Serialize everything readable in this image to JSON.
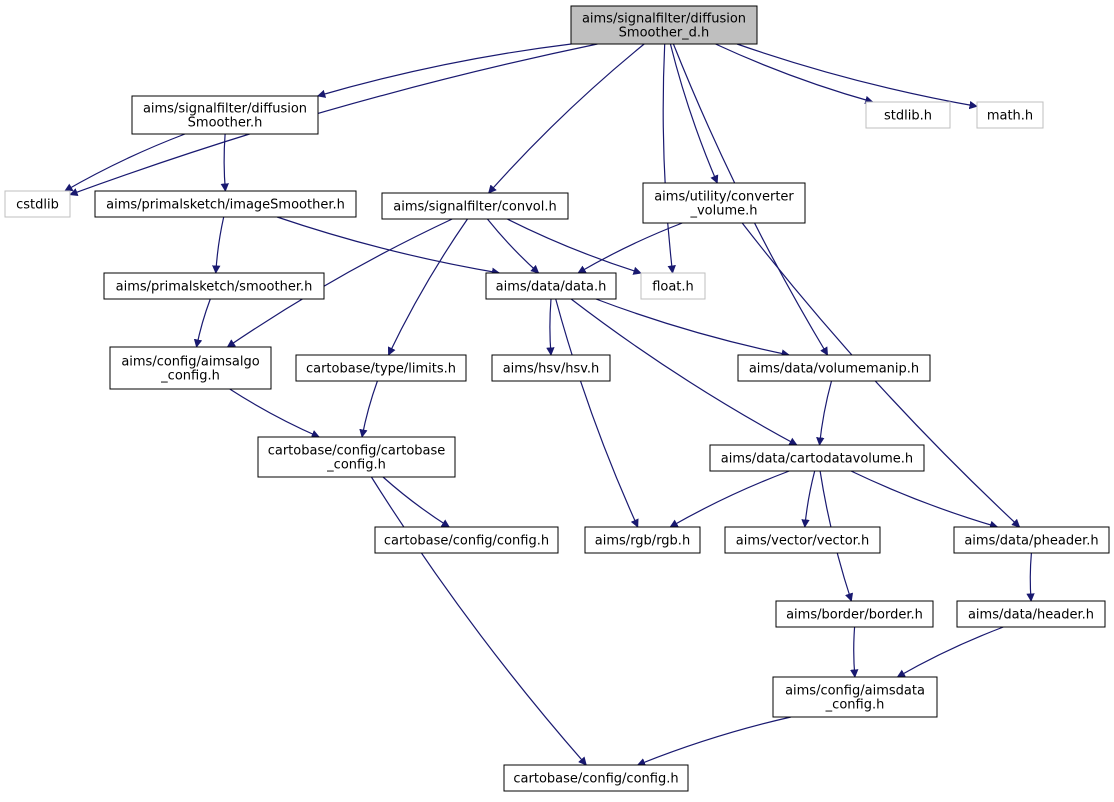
{
  "colors": {
    "edge": "#191970",
    "node_border": "#000000",
    "root_fill": "#bfbfbf",
    "external_border": "#bfbfbf",
    "node_fill": "#ffffff"
  },
  "nodes": [
    {
      "id": "root",
      "lines": [
        "aims/signalfilter/diffusion",
        "Smoother_d.h"
      ],
      "kind": "root"
    },
    {
      "id": "diffSmoother",
      "lines": [
        "aims/signalfilter/diffusion",
        "Smoother.h"
      ],
      "kind": "normal"
    },
    {
      "id": "stdlib",
      "lines": [
        "stdlib.h"
      ],
      "kind": "external"
    },
    {
      "id": "math",
      "lines": [
        "math.h"
      ],
      "kind": "external"
    },
    {
      "id": "cstdlib",
      "lines": [
        "cstdlib"
      ],
      "kind": "external"
    },
    {
      "id": "imageSmoother",
      "lines": [
        "aims/primalsketch/imageSmoother.h"
      ],
      "kind": "normal"
    },
    {
      "id": "convol",
      "lines": [
        "aims/signalfilter/convol.h"
      ],
      "kind": "normal"
    },
    {
      "id": "converterVolume",
      "lines": [
        "aims/utility/converter",
        "_volume.h"
      ],
      "kind": "normal"
    },
    {
      "id": "smoother",
      "lines": [
        "aims/primalsketch/smoother.h"
      ],
      "kind": "normal"
    },
    {
      "id": "data",
      "lines": [
        "aims/data/data.h"
      ],
      "kind": "normal"
    },
    {
      "id": "float",
      "lines": [
        "float.h"
      ],
      "kind": "external"
    },
    {
      "id": "aimsalgo",
      "lines": [
        "aims/config/aimsalgo",
        "_config.h"
      ],
      "kind": "normal"
    },
    {
      "id": "limits",
      "lines": [
        "cartobase/type/limits.h"
      ],
      "kind": "normal"
    },
    {
      "id": "hsv",
      "lines": [
        "aims/hsv/hsv.h"
      ],
      "kind": "normal"
    },
    {
      "id": "volumemanip",
      "lines": [
        "aims/data/volumemanip.h"
      ],
      "kind": "normal"
    },
    {
      "id": "cartobaseConfig",
      "lines": [
        "cartobase/config/cartobase",
        "_config.h"
      ],
      "kind": "normal"
    },
    {
      "id": "cartodatavolume",
      "lines": [
        "aims/data/cartodatavolume.h"
      ],
      "kind": "normal"
    },
    {
      "id": "config1",
      "lines": [
        "cartobase/config/config.h"
      ],
      "kind": "normal"
    },
    {
      "id": "rgb",
      "lines": [
        "aims/rgb/rgb.h"
      ],
      "kind": "normal"
    },
    {
      "id": "vector",
      "lines": [
        "aims/vector/vector.h"
      ],
      "kind": "normal"
    },
    {
      "id": "pheader",
      "lines": [
        "aims/data/pheader.h"
      ],
      "kind": "normal"
    },
    {
      "id": "border",
      "lines": [
        "aims/border/border.h"
      ],
      "kind": "normal"
    },
    {
      "id": "header",
      "lines": [
        "aims/data/header.h"
      ],
      "kind": "normal"
    },
    {
      "id": "aimsdata",
      "lines": [
        "aims/config/aimsdata",
        "_config.h"
      ],
      "kind": "normal"
    },
    {
      "id": "config2",
      "lines": [
        "cartobase/config/config.h"
      ],
      "kind": "normal"
    }
  ],
  "edges": [
    [
      "root",
      "cstdlib"
    ],
    [
      "root",
      "diffSmoother"
    ],
    [
      "root",
      "convol"
    ],
    [
      "root",
      "float"
    ],
    [
      "root",
      "converterVolume"
    ],
    [
      "root",
      "volumemanip"
    ],
    [
      "root",
      "stdlib"
    ],
    [
      "root",
      "math"
    ],
    [
      "diffSmoother",
      "cstdlib"
    ],
    [
      "diffSmoother",
      "imageSmoother"
    ],
    [
      "imageSmoother",
      "smoother"
    ],
    [
      "imageSmoother",
      "data"
    ],
    [
      "smoother",
      "aimsalgo"
    ],
    [
      "convol",
      "aimsalgo"
    ],
    [
      "convol",
      "limits"
    ],
    [
      "convol",
      "data"
    ],
    [
      "convol",
      "float"
    ],
    [
      "converterVolume",
      "data"
    ],
    [
      "converterVolume",
      "pheader"
    ],
    [
      "data",
      "hsv"
    ],
    [
      "data",
      "rgb"
    ],
    [
      "data",
      "volumemanip"
    ],
    [
      "data",
      "cartodatavolume"
    ],
    [
      "aimsalgo",
      "cartobaseConfig"
    ],
    [
      "limits",
      "cartobaseConfig"
    ],
    [
      "cartobaseConfig",
      "config1"
    ],
    [
      "cartobaseConfig",
      "config2"
    ],
    [
      "volumemanip",
      "cartodatavolume"
    ],
    [
      "cartodatavolume",
      "rgb"
    ],
    [
      "cartodatavolume",
      "vector"
    ],
    [
      "cartodatavolume",
      "pheader"
    ],
    [
      "cartodatavolume",
      "border"
    ],
    [
      "pheader",
      "header"
    ],
    [
      "border",
      "aimsdata"
    ],
    [
      "header",
      "aimsdata"
    ],
    [
      "aimsdata",
      "config2"
    ]
  ]
}
